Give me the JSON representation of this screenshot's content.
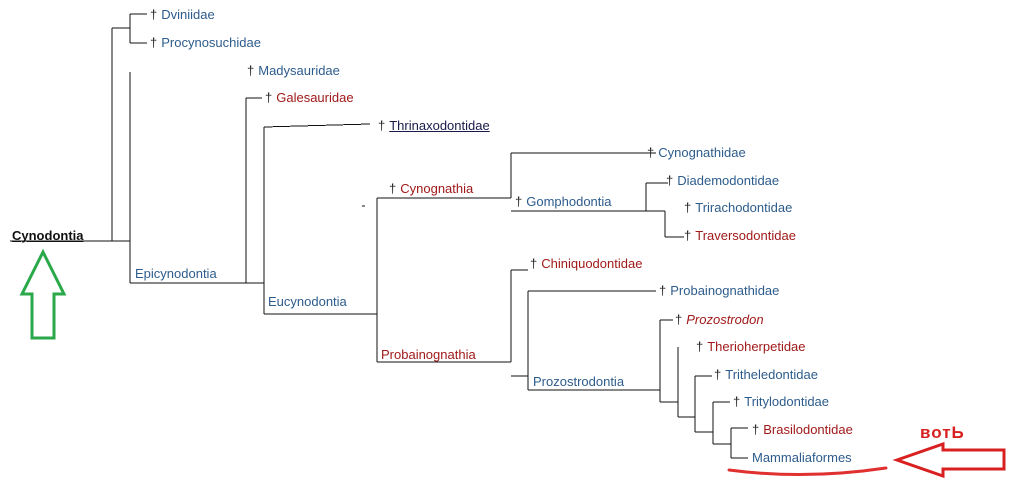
{
  "root": "Cynodontia",
  "taxa": {
    "dviniidae": "Dviniidae",
    "procynosuchidae": "Procynosuchidae",
    "madysauridae": "Madysauridae",
    "galesauridae": "Galesauridae",
    "thrinaxodontidae": "Thrinaxodontidae",
    "cynognathidae": "Cynognathidae",
    "diademodontidae": "Diademodontidae",
    "trirachodontidae": "Trirachodontidae",
    "traversodontidae": "Traversodontidae",
    "chiniquodontidae": "Chiniquodontidae",
    "probainognathidae": "Probainognathidae",
    "prozostrodon": "Prozostrodon",
    "therioherpetidae": "Therioherpetidae",
    "tritheledontidae": "Tritheledontidae",
    "tritylodontidae": "Tritylodontidae",
    "brasilodontidae": "Brasilodontidae",
    "mammaliaformes": "Mammaliaformes"
  },
  "clades": {
    "epicynodontia": "Epicynodontia",
    "eucynodontia": "Eucynodontia",
    "cynognathia": "Cynognathia",
    "gomphodontia": "Gomphodontia",
    "probainognathia": "Probainognathia",
    "prozostrodontia": "Prozostrodontia"
  },
  "extinct_marker": "†",
  "annotation": "вотЬ",
  "colors": {
    "blue": "#2d5c8c",
    "red": "#a01a1a",
    "green_arrow": "#2aa84a",
    "red_arrow": "#d82020"
  },
  "icons": {
    "green_arrow": "arrow-up-icon",
    "red_arrow": "arrow-left-icon"
  }
}
